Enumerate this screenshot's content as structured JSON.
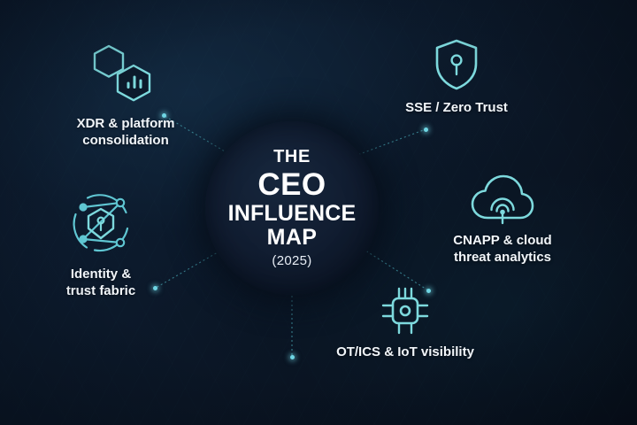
{
  "palette": {
    "background_top_left": "#0d1c31",
    "background_bottom_right": "#080f1b",
    "hub_fill": "#111d31",
    "accent_teal": "#7dd9dd",
    "node_dot": "#6fd6e4",
    "label_text": "#f2f6fa",
    "connector": "#3e8f9e"
  },
  "hub": {
    "line1": "THE",
    "line2": "CEO",
    "line3": "INFLUENCE",
    "line4": "MAP",
    "year": "(2025)"
  },
  "nodes": [
    {
      "id": "xdr",
      "icon": "hexagons-bar-chart-icon",
      "label": "XDR & platform\nconsolidation"
    },
    {
      "id": "sse",
      "icon": "shield-keyhole-icon",
      "label": "SSE / Zero Trust"
    },
    {
      "id": "cnapp",
      "icon": "cloud-signal-icon",
      "label": "CNAPP & cloud\nthreat analytics"
    },
    {
      "id": "ot",
      "icon": "microchip-icon",
      "label": "OT/ICS & IoT visibility"
    },
    {
      "id": "identity",
      "icon": "identity-network-shield-icon",
      "label": "Identity &\ntrust fabric"
    }
  ]
}
